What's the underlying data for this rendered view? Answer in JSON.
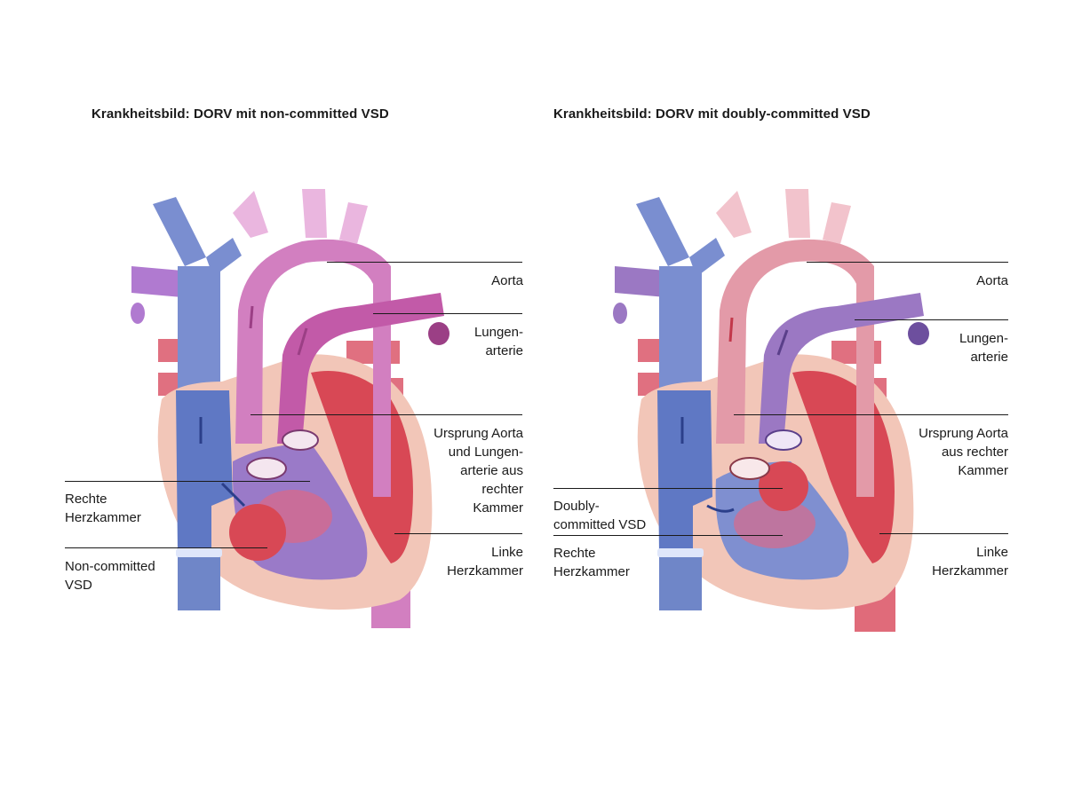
{
  "colors": {
    "vein_blue": "#6f86c8",
    "vein_blue_light": "#a9b8e6",
    "aorta_pink": "#d27fc0",
    "aorta_pink_light": "#eab6df",
    "aorta_rose": "#e39aa8",
    "pulmonary_purple": "#9b78c3",
    "chamber_red": "#d84855",
    "wall_skin": "#f2c6b8",
    "text": "#1a1a1a"
  },
  "left": {
    "title": "Krankheitsbild: DORV mit non-committed VSD",
    "labels": {
      "aorta": "Aorta",
      "lungenarterie": "Lungen-\narterie",
      "ursprung": "Ursprung Aorta\nund Lungen-\narterie aus\nrechter\nKammer",
      "linke": "Linke\nHerzkammer",
      "rechte": "Rechte\nHerzkammer",
      "vsd": "Non-committed\nVSD"
    }
  },
  "right": {
    "title": "Krankheitsbild: DORV mit doubly-committed VSD",
    "labels": {
      "aorta": "Aorta",
      "lungenarterie": "Lungen-\narterie",
      "ursprung": "Ursprung Aorta\naus rechter\nKammer",
      "linke": "Linke\nHerzkammer",
      "vsd": "Doubly-\ncommitted VSD",
      "rechte": "Rechte\nHerzkammer"
    }
  }
}
